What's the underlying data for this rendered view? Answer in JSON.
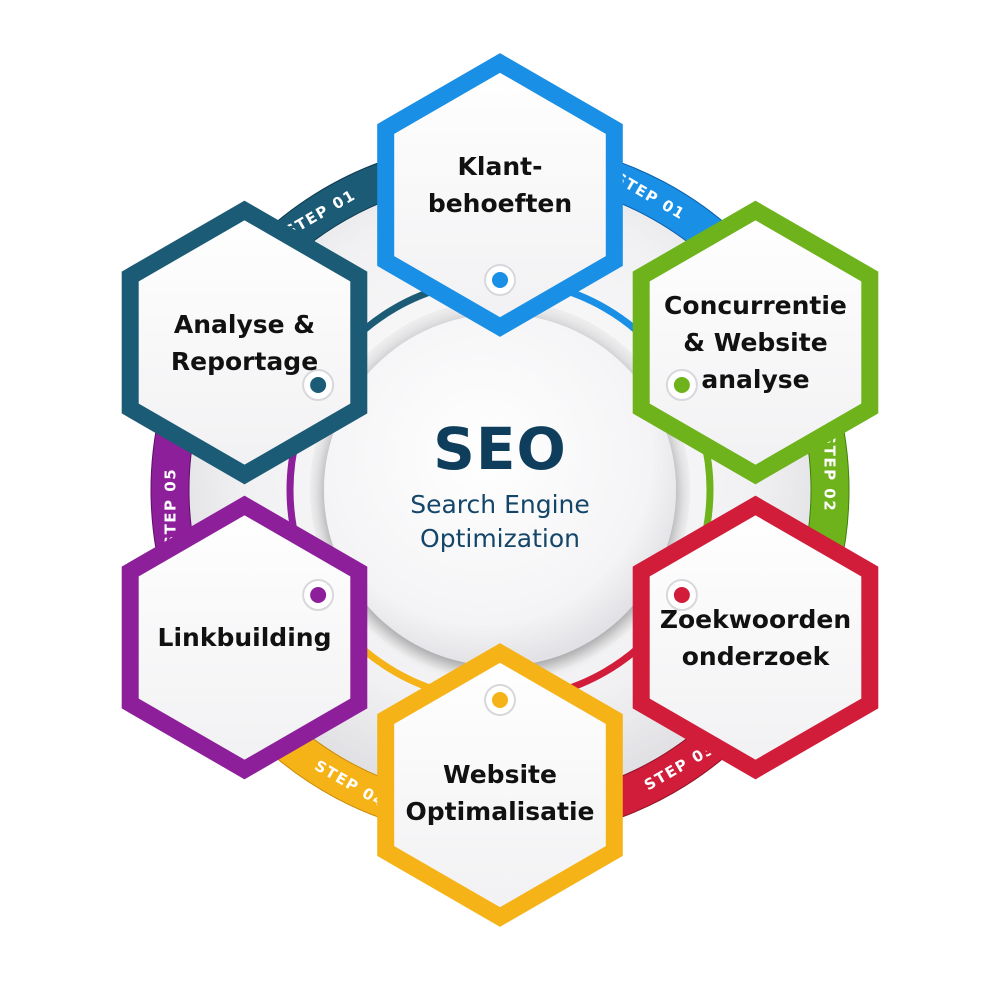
{
  "center": {
    "title": "SEO",
    "subtitle_line1": "Search Engine",
    "subtitle_line2": "Optimization"
  },
  "steps": [
    {
      "lines": [
        "Klant-",
        "behoeften"
      ],
      "color": "#1a8fe6",
      "dark": "#0b5ea8",
      "arrow_label": "STEP 01"
    },
    {
      "lines": [
        "Concurrentie",
        "& Website",
        "analyse"
      ],
      "color": "#6eb31c",
      "dark": "#3f7f0c",
      "arrow_label": "STEP 02"
    },
    {
      "lines": [
        "Zoekwoorden",
        "onderzoek"
      ],
      "color": "#d11d3a",
      "dark": "#8d1326",
      "arrow_label": "STEP 03"
    },
    {
      "lines": [
        "Website",
        "Optimalisatie"
      ],
      "color": "#f5b318",
      "dark": "#c98b05",
      "arrow_label": "STEP 04"
    },
    {
      "lines": [
        "Linkbuilding"
      ],
      "color": "#8e1f9a",
      "dark": "#5d1066",
      "arrow_label": "STEP 05"
    },
    {
      "lines": [
        "Analyse &",
        "Reportage"
      ],
      "color": "#1b5b76",
      "dark": "#0d3a4e",
      "arrow_label": "STEP 01"
    }
  ]
}
